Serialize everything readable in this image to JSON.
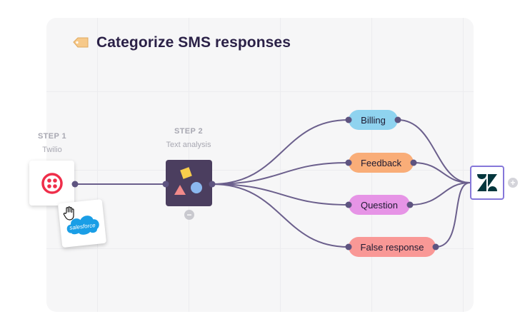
{
  "title": "Categorize SMS responses",
  "step1": {
    "label": "STEP 1",
    "app": "Twilio"
  },
  "step2": {
    "label": "STEP 2",
    "app": "Text analysis"
  },
  "salesforce_logo_text": "salesforce",
  "categories": [
    {
      "label": "Billing",
      "color": "#8fd3ef"
    },
    {
      "label": "Feedback",
      "color": "#f9ad78"
    },
    {
      "label": "Question",
      "color": "#e694e6"
    },
    {
      "label": "False response",
      "color": "#f99896"
    }
  ],
  "colors": {
    "wire": "#6b5f8c",
    "twilio": "#ef2e4a",
    "analysis_bg": "#4b3e5f",
    "zendesk": "#03363d",
    "title": "#2b2147"
  },
  "icons": {
    "tag": "tag-icon",
    "twilio": "twilio-logo-icon",
    "salesforce": "salesforce-logo-icon",
    "shapes": "shapes-icon",
    "zendesk": "zendesk-logo-icon",
    "cursor": "hand-cursor-icon"
  },
  "controls": {
    "remove": "−",
    "add": "+"
  }
}
